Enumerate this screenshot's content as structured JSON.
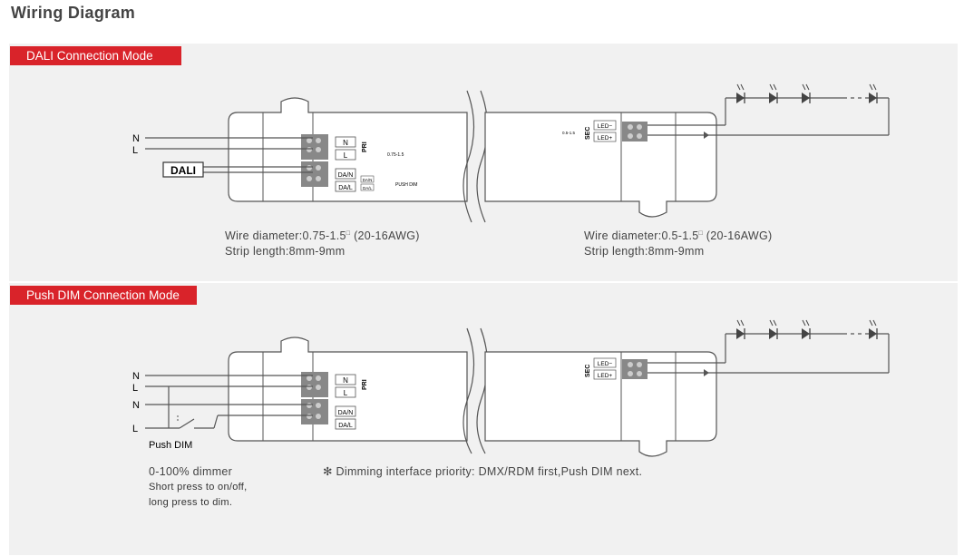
{
  "page_title": "Wiring Diagram",
  "sections": {
    "dali": {
      "label": "DALI Connection Mode",
      "inputs": {
        "n": "N",
        "l": "L",
        "dali_box": "DALI"
      },
      "terminals": {
        "n": "N",
        "l": "L",
        "dan": "DA/N",
        "dal": "DA/L",
        "pri": "PRI"
      },
      "push_dim_tag": "PUSH DIM",
      "da_small": {
        "n": "DA/N",
        "l": "DA/L"
      },
      "wire_spec_small": "0.75-1.5",
      "primary_note": {
        "line1": "Wire diameter:0.75-1.5",
        "sq": "□",
        "line1_tail": "(20-16AWG)",
        "line2": "Strip length:8mm-9mm"
      },
      "secondary": {
        "sec": "SEC",
        "led_minus": "LED−",
        "led_plus": "LED+",
        "spec": "0.5-1.5"
      },
      "secondary_note": {
        "line1": "Wire diameter:0.5-1.5",
        "sq": "□",
        "line1_tail": "(20-16AWG)",
        "line2": "Strip length:8mm-9mm"
      }
    },
    "push_dim": {
      "label": "Push DIM Connection Mode",
      "inputs": {
        "n1": "N",
        "l1": "L",
        "n2": "N",
        "l2": "L"
      },
      "switch_label": "Push DIM",
      "terminals": {
        "n": "N",
        "l": "L",
        "dan": "DA/N",
        "dal": "DA/L",
        "pri": "PRI"
      },
      "secondary": {
        "sec": "SEC",
        "led_minus": "LED−",
        "led_plus": "LED+"
      },
      "dimmer_note": {
        "line1": "0-100% dimmer",
        "line2": "Short press to on/off,",
        "line3": "long press to dim."
      },
      "priority_note": "✻ Dimming interface priority: DMX/RDM first,Push DIM next."
    }
  },
  "colors": {
    "accent": "#d9232a",
    "panel": "#f1f1f1",
    "line": "#555555"
  }
}
